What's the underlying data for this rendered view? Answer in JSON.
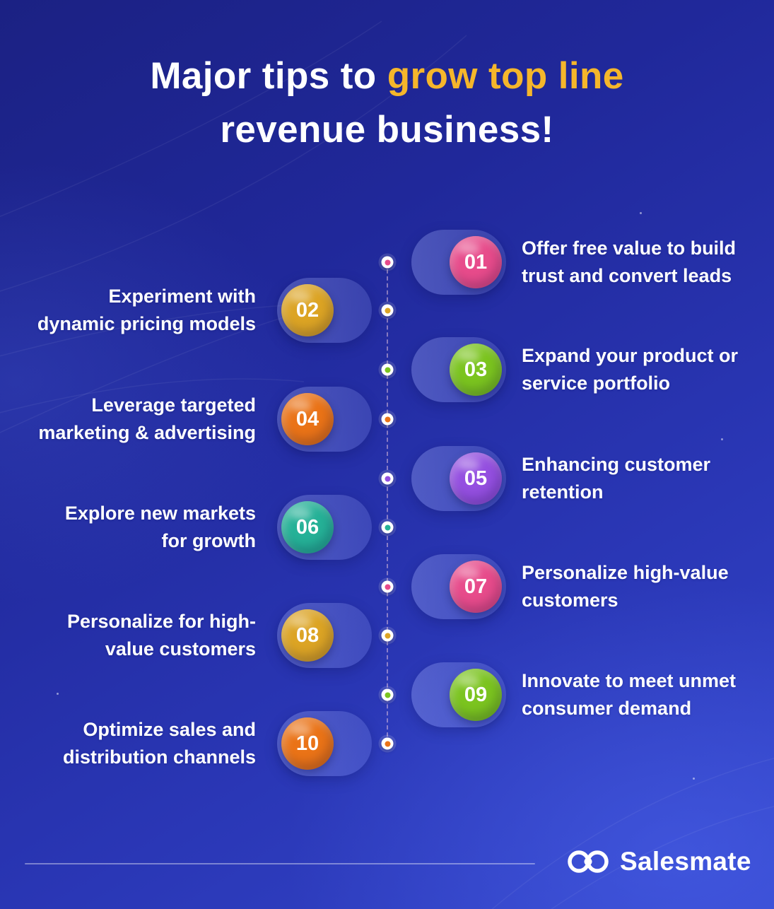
{
  "title": {
    "line1_pre": "Major tips to ",
    "line1_highlight": "grow top line",
    "line2": "revenue business!",
    "highlight_color": "#f5b62b"
  },
  "timeline": {
    "items": [
      {
        "number": "01",
        "side": "right",
        "color": "#e74b8b",
        "lines": [
          "Offer free value to build",
          "trust and convert leads"
        ]
      },
      {
        "number": "02",
        "side": "left",
        "color": "#dca424",
        "lines": [
          "Experiment with",
          "dynamic pricing models"
        ]
      },
      {
        "number": "03",
        "side": "right",
        "color": "#7bc41f",
        "lines": [
          "Expand your product or",
          "service portfolio"
        ]
      },
      {
        "number": "04",
        "side": "left",
        "color": "#ea7317",
        "lines": [
          "Leverage targeted",
          "marketing & advertising"
        ]
      },
      {
        "number": "05",
        "side": "right",
        "color": "#944fe0",
        "lines": [
          "Enhancing customer",
          "retention"
        ]
      },
      {
        "number": "06",
        "side": "left",
        "color": "#25b197",
        "lines": [
          "Explore new markets",
          "for growth"
        ]
      },
      {
        "number": "07",
        "side": "right",
        "color": "#e74b8b",
        "lines": [
          "Personalize high-value",
          "customers"
        ]
      },
      {
        "number": "08",
        "side": "left",
        "color": "#dca424",
        "lines": [
          "Personalize for high-",
          "value customers"
        ]
      },
      {
        "number": "09",
        "side": "right",
        "color": "#7bc41f",
        "lines": [
          "Innovate to meet unmet",
          "consumer demand"
        ]
      },
      {
        "number": "10",
        "side": "left",
        "color": "#ea7317",
        "lines": [
          "Optimize sales and",
          "distribution channels"
        ]
      }
    ]
  },
  "footer": {
    "brand": "Salesmate"
  }
}
